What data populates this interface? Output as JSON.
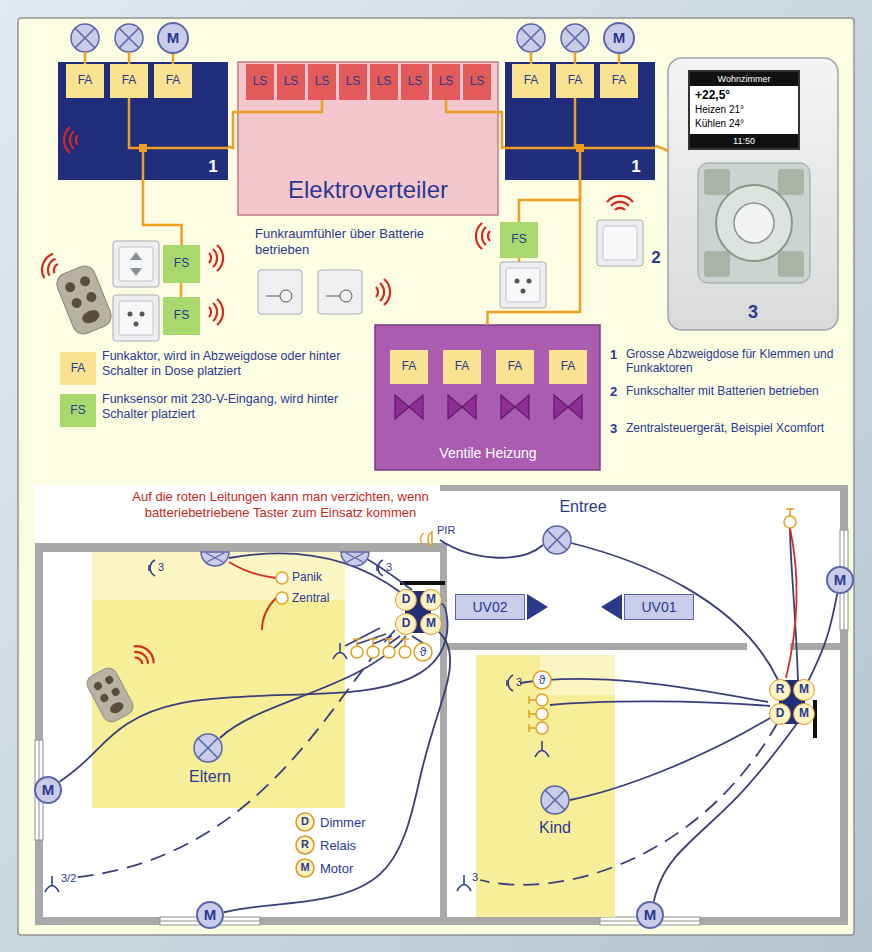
{
  "diagram": {
    "nodes": [
      {
        "text": [
          "M"
        ]
      },
      {
        "text": [
          "M"
        ]
      },
      {
        "text": [
          "1"
        ]
      },
      {
        "text": [
          "FA"
        ],
        "in": 2
      },
      {
        "text": [
          "FA"
        ],
        "in": 2
      },
      {
        "text": [
          "FA"
        ],
        "in": 2
      },
      {
        "text": [
          "Elektroverteiler"
        ]
      },
      {
        "text": [
          "LS"
        ],
        "in": 6
      },
      {
        "text": [
          "LS"
        ],
        "in": 6
      },
      {
        "text": [
          "LS"
        ],
        "in": 6
      },
      {
        "text": [
          "LS"
        ],
        "in": 6
      },
      {
        "text": [
          "LS"
        ],
        "in": 6
      },
      {
        "text": [
          "LS"
        ],
        "in": 6
      },
      {
        "text": [
          "LS"
        ],
        "in": 6
      },
      {
        "text": [
          "LS"
        ],
        "in": 6
      },
      {
        "text": [
          "1"
        ]
      },
      {
        "text": [
          "FA"
        ],
        "in": 15
      },
      {
        "text": [
          "FA"
        ],
        "in": 15
      },
      {
        "text": [
          "FA"
        ],
        "in": 15
      },
      {
        "text": [
          "3"
        ]
      },
      {
        "text": [
          "Wohnzimmer",
          "+22,5°",
          "Heizen 21°",
          "Kühlen 24°",
          "11:50"
        ],
        "in": 19
      },
      {
        "text": [
          "FS"
        ]
      },
      {
        "text": [
          "FS"
        ]
      },
      {
        "text": [
          "FS"
        ]
      },
      {
        "text": [
          "Ventile Heizung"
        ]
      },
      {
        "text": [
          "FA"
        ],
        "in": 24
      },
      {
        "text": [
          "FA"
        ],
        "in": 24
      },
      {
        "text": [
          "FA"
        ],
        "in": 24
      },
      {
        "text": [
          "FA"
        ],
        "in": 24
      },
      {
        "text": [
          "UV02"
        ]
      },
      {
        "text": [
          "UV01"
        ]
      },
      {
        "text": [
          "D"
        ]
      },
      {
        "text": [
          "M"
        ]
      },
      {
        "text": [
          "D"
        ]
      },
      {
        "text": [
          "M"
        ]
      },
      {
        "text": [
          "R"
        ]
      },
      {
        "text": [
          "M"
        ]
      },
      {
        "text": [
          "D"
        ]
      },
      {
        "text": [
          "M"
        ]
      },
      {
        "text": [
          "M"
        ]
      },
      {
        "text": [
          "M"
        ]
      },
      {
        "text": [
          "M"
        ]
      },
      {
        "text": [
          "M"
        ]
      }
    ],
    "edges": [
      {
        "from": 5,
        "to": 0,
        "arrow": "none"
      },
      {
        "from": 18,
        "to": 1,
        "arrow": "none"
      },
      {
        "from": 2,
        "to": 9,
        "arrow": "none"
      },
      {
        "from": 15,
        "to": 13,
        "arrow": "none"
      },
      {
        "from": 15,
        "to": 19,
        "arrow": "none"
      },
      {
        "from": 2,
        "to": 21,
        "arrow": "none"
      },
      {
        "from": 15,
        "to": 23,
        "arrow": "none"
      },
      {
        "from": 15,
        "to": 24,
        "arrow": "none"
      },
      {
        "from": 32,
        "to": 40,
        "arrow": "none"
      },
      {
        "from": 34,
        "to": 41,
        "arrow": "none"
      },
      {
        "from": 36,
        "to": 39,
        "arrow": "none"
      },
      {
        "from": 38,
        "to": 42,
        "arrow": "none"
      }
    ],
    "labels": [
      "FA",
      "FS",
      "Funkraumfühler über Batterie betrieben",
      "2",
      "1",
      "Grosse Abzweigdose für Klemmen und Funkaktoren",
      "2",
      "Funkschalter mit Batterien betrieben",
      "3",
      "Zentralsteuergerät, Beispiel Xcomfort",
      "Auf die roten Leitungen kann man verzichten, wenn batteriebetriebene Taster zum Einsatz kommen",
      "PIR",
      "Entree",
      "Panik",
      "Zentral",
      "3",
      "3",
      "ϑ",
      "Eltern",
      "3/2",
      "3",
      "ϑ",
      "Kind",
      "3",
      "D",
      "R",
      "M"
    ],
    "legend": [
      {
        "text": "Funkaktor, wird in Abzweigdose oder hinter Schalter in Dose platziert",
        "color": "#f9e291"
      },
      {
        "text": "Funksensor mit 230-V-Eingang, wird hinter Schalter platziert",
        "color": "#a9d86e"
      },
      {
        "text": "Dimmer"
      },
      {
        "text": "Relais"
      },
      {
        "text": "Motor"
      }
    ]
  }
}
